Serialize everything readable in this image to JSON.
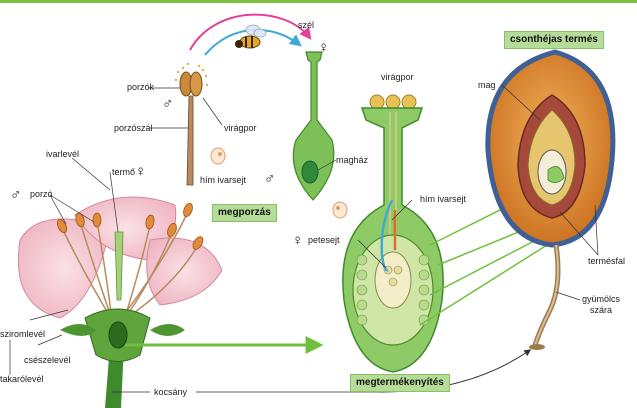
{
  "labels": {
    "szel": "szél",
    "porzok": "porzók",
    "porzoszal": "porzószál",
    "viragpor_top": "virágpor",
    "him_ivarsejt_top": "hím ivarsejt",
    "maghaz": "magház",
    "viragpor_mid": "virágpor",
    "him_ivarsejt_mid": "hím ivarsejt",
    "petesejt": "petesejt",
    "ivarlevel": "ivarlevél",
    "termo": "termő",
    "porzo": "porzó",
    "sziromlevel": "sziromlevél",
    "csészelevel": "csészelevél",
    "takarolevel": "takarólevél",
    "kocsany": "kocsány",
    "mag": "mag",
    "termesfal": "termésfal",
    "gyumolcs_szara": "gyümölcs\nszára"
  },
  "boxes": {
    "megporzas": "megporzás",
    "megtermekenyites": "megtermékenyítés",
    "csonthejas_termes": "csonthéjas termés"
  },
  "symbols": {
    "male": "♂",
    "female": "♀"
  },
  "colors": {
    "accent": "#7fbf3f",
    "box_fill": "#b6dc9a",
    "petal": "#f3c6cf",
    "stem": "#3f8a2c",
    "fruit": "#d9892f",
    "fruit_skin": "#4a6aa0"
  }
}
